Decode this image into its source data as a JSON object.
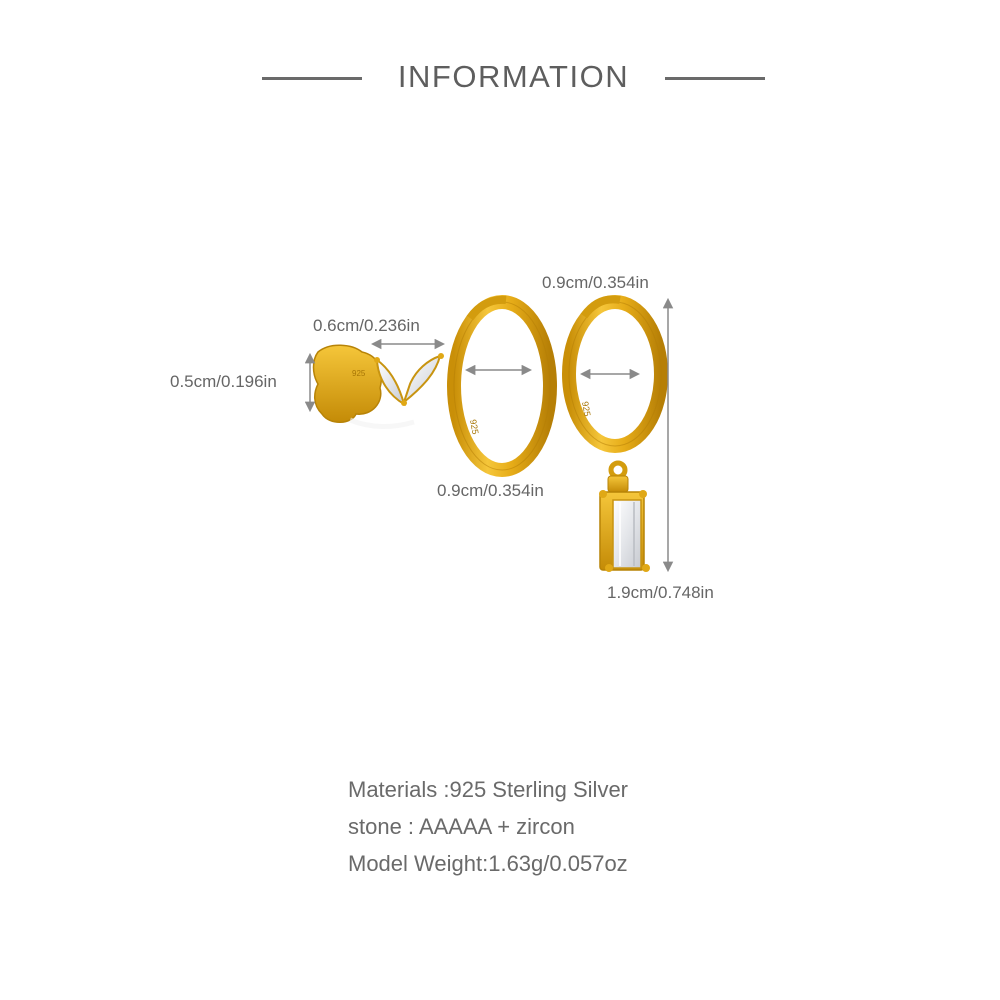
{
  "header": {
    "title": "INFORMATION"
  },
  "dimensions": {
    "stud_width": "0.6cm/0.236in",
    "stud_height": "0.5cm/0.196in",
    "hoop_inner_diameter": "0.9cm/0.354in",
    "drop_hoop_diameter": "0.9cm/0.354in",
    "drop_total_length": "1.9cm/0.748in"
  },
  "specs": {
    "materials": "Materials :925 Sterling Silver",
    "stone": "stone : AAAAA  + zircon",
    "weight": "Model Weight:1.63g/0.057oz"
  },
  "colors": {
    "gold": "#e8b21c",
    "gold_dark": "#c9930a",
    "text": "#6a6a6a",
    "arrow": "#8a8a8a"
  }
}
